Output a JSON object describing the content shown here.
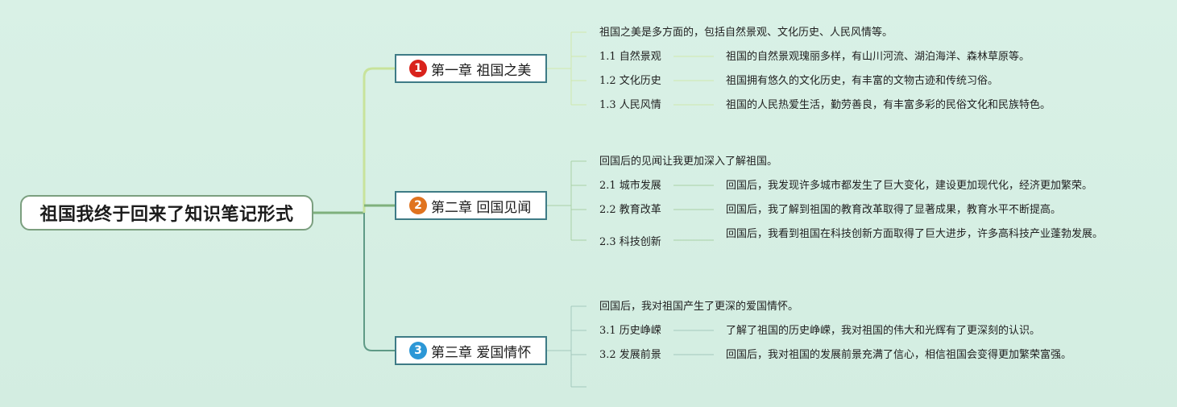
{
  "root": {
    "title": "祖国我终于回来了知识笔记形式"
  },
  "colors": {
    "branch1": "#c8e39b",
    "branch2": "#7fb07c",
    "branch3": "#5f9a86",
    "badge1": "#d9231c",
    "badge2": "#e0731f",
    "badge3": "#2c97d6"
  },
  "chapters": [
    {
      "badge": "1",
      "title": "第一章 祖国之美",
      "intro": "祖国之美是多方面的，包括自然景观、文化历史、人民风情等。",
      "items": [
        {
          "label": "1.1 自然景观",
          "desc": "祖国的自然景观瑰丽多样，有山川河流、湖泊海洋、森林草原等。"
        },
        {
          "label": "1.2 文化历史",
          "desc": "祖国拥有悠久的文化历史，有丰富的文物古迹和传统习俗。"
        },
        {
          "label": "1.3 人民风情",
          "desc": "祖国的人民热爱生活，勤劳善良，有丰富多彩的民俗文化和民族特色。"
        }
      ]
    },
    {
      "badge": "2",
      "title": "第二章 回国见闻",
      "intro": "回国后的见闻让我更加深入了解祖国。",
      "items": [
        {
          "label": "2.1 城市发展",
          "desc": "回国后，我发现许多城市都发生了巨大变化，建设更加现代化，经济更加繁荣。"
        },
        {
          "label": "2.2 教育改革",
          "desc": "回国后，我了解到祖国的教育改革取得了显著成果，教育水平不断提高。"
        },
        {
          "label": "2.3 科技创新",
          "desc": "回国后，我看到祖国在科技创新方面取得了巨大进步，许多高科技产业蓬勃发展。"
        }
      ]
    },
    {
      "badge": "3",
      "title": "第三章 爱国情怀",
      "intro": "回国后，我对祖国产生了更深的爱国情怀。",
      "items": [
        {
          "label": "3.1 历史峥嵘",
          "desc": "了解了祖国的历史峥嵘，我对祖国的伟大和光辉有了更深刻的认识。"
        },
        {
          "label": "3.2 发展前景",
          "desc": "回国后，我对祖国的发展前景充满了信心，相信祖国会变得更加繁荣富强。"
        }
      ]
    }
  ]
}
